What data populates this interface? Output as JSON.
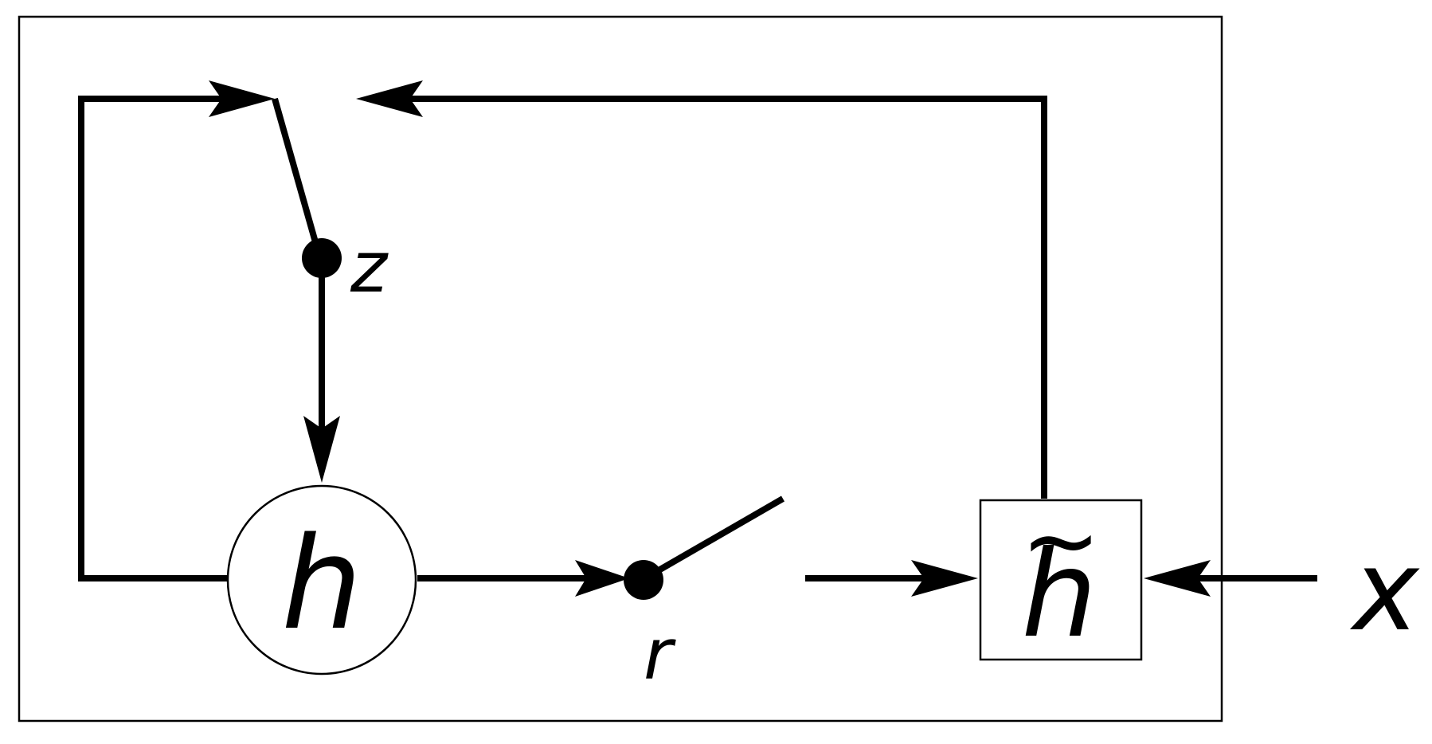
{
  "diagram": {
    "nodes": {
      "hidden_state": {
        "label": "h"
      },
      "candidate_state": {
        "label": "h",
        "accent": "~"
      },
      "input": {
        "label": "x"
      }
    },
    "gates": {
      "update_gate": {
        "label": "z"
      },
      "reset_gate": {
        "label": "r"
      }
    },
    "colors": {
      "stroke": "#000000",
      "background": "#ffffff"
    }
  }
}
